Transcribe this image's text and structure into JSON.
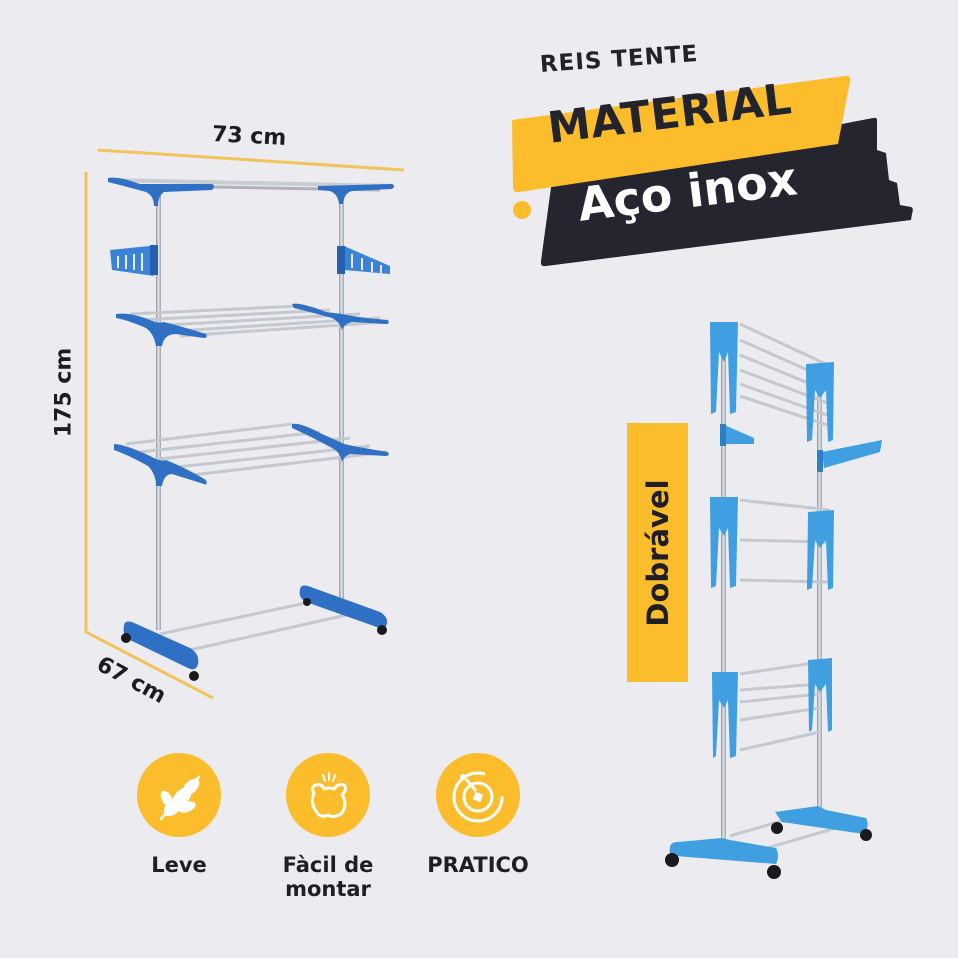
{
  "dimensions": {
    "width_label": "73 cm",
    "height_label": "175 cm",
    "depth_label": "67 cm"
  },
  "banner": {
    "brand": "REIS TENTE",
    "material_label": "MATERIAL",
    "material_value": "Aço inox"
  },
  "fold_badge": {
    "label": "Dobrável"
  },
  "features": [
    {
      "icon": "feather-icon",
      "label": "Leve"
    },
    {
      "icon": "assembly-icon",
      "label": "Fàcil de montar",
      "line1": "Fàcil de",
      "line2": "montar"
    },
    {
      "icon": "target-icon",
      "label": "PRATICO"
    }
  ],
  "colors": {
    "background": "#ececf0",
    "accent_yellow": "#fbbd2c",
    "banner_dark": "#24252e",
    "rack_blue": "#2f6fc4",
    "rack_light_blue": "#3f9fe0",
    "steel": "#b9bec6",
    "text_dark": "#1e1e24"
  }
}
